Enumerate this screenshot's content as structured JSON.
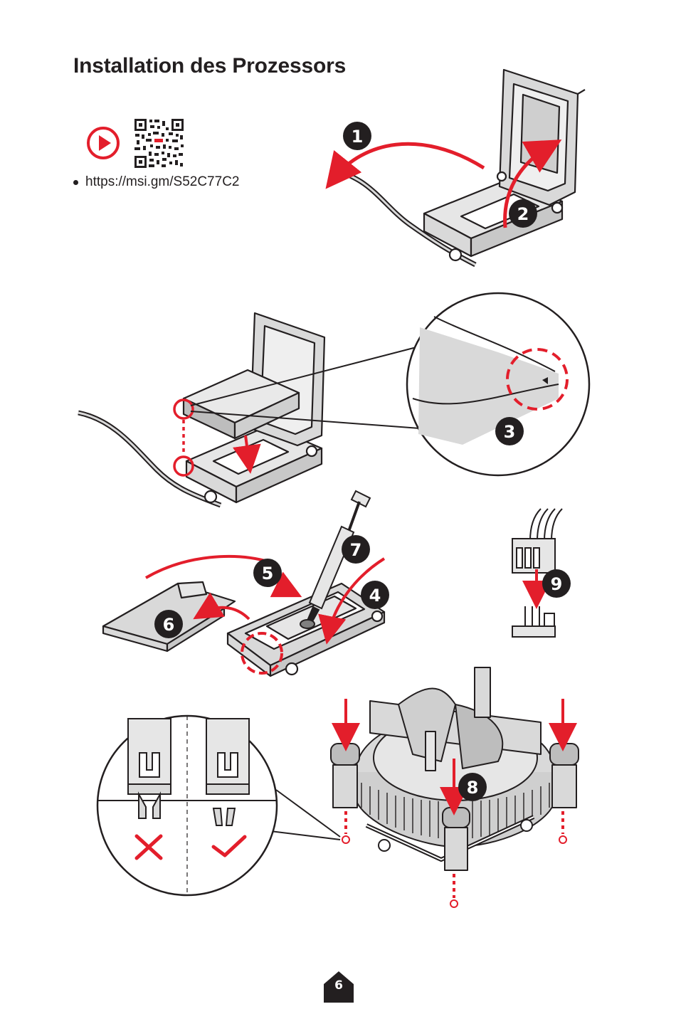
{
  "page": {
    "title": "Installation des Prozessors",
    "link": "https://msi.gm/S52C77C2",
    "page_number": "6"
  },
  "icons": [
    "play-video-icon",
    "qr-code-icon",
    "page-number-badge"
  ],
  "steps": {
    "s1": "1",
    "s2": "2",
    "s3": "3",
    "s4": "4",
    "s5": "5",
    "s6": "6",
    "s7": "7",
    "s8": "8",
    "s9": "9"
  },
  "colors": {
    "accent": "#e31e2b",
    "ink": "#231f20",
    "part_fill": "#d9d9d9"
  }
}
